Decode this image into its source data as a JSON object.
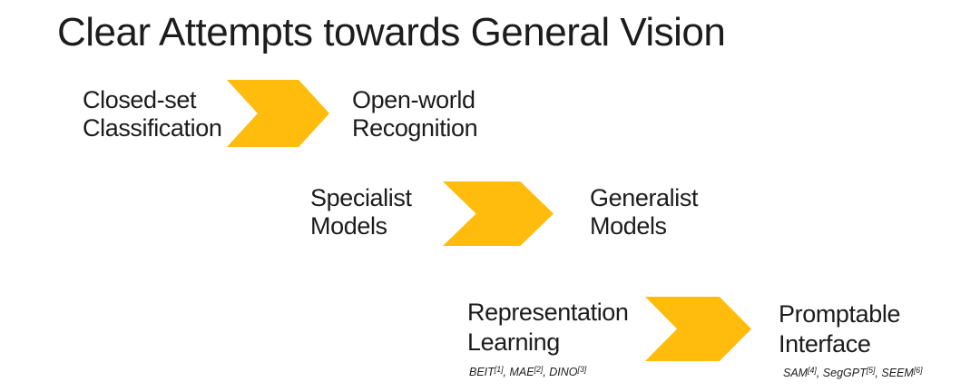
{
  "slide": {
    "title": "Clear Attempts towards General Vision",
    "colors": {
      "accent": "#FFBC0D",
      "text": "#1C1C1C",
      "background": "#FFFFFF"
    },
    "rows": [
      {
        "from": {
          "line1": "Closed-set",
          "line2": "Classification"
        },
        "to": {
          "line1": "Open-world",
          "line2": "Recognition"
        }
      },
      {
        "from": {
          "line1": "Specialist",
          "line2": "Models"
        },
        "to": {
          "line1": "Generalist",
          "line2": "Models"
        }
      },
      {
        "from": {
          "line1": "Representation",
          "line2": "Learning"
        },
        "to": {
          "line1": "Promptable",
          "line2": "Interface"
        },
        "from_footnote": [
          {
            "text": "BEIT",
            "sup": false
          },
          {
            "text": "[1]",
            "sup": true
          },
          {
            "text": ", MAE",
            "sup": false
          },
          {
            "text": "[2]",
            "sup": true
          },
          {
            "text": ", DINO",
            "sup": false
          },
          {
            "text": "[3]",
            "sup": true
          }
        ],
        "to_footnote": [
          {
            "text": "SAM",
            "sup": false
          },
          {
            "text": "[4]",
            "sup": true
          },
          {
            "text": ", SegGPT",
            "sup": false
          },
          {
            "text": "[5]",
            "sup": true
          },
          {
            "text": ", SEEM",
            "sup": false
          },
          {
            "text": "[6]",
            "sup": true
          }
        ]
      }
    ]
  }
}
